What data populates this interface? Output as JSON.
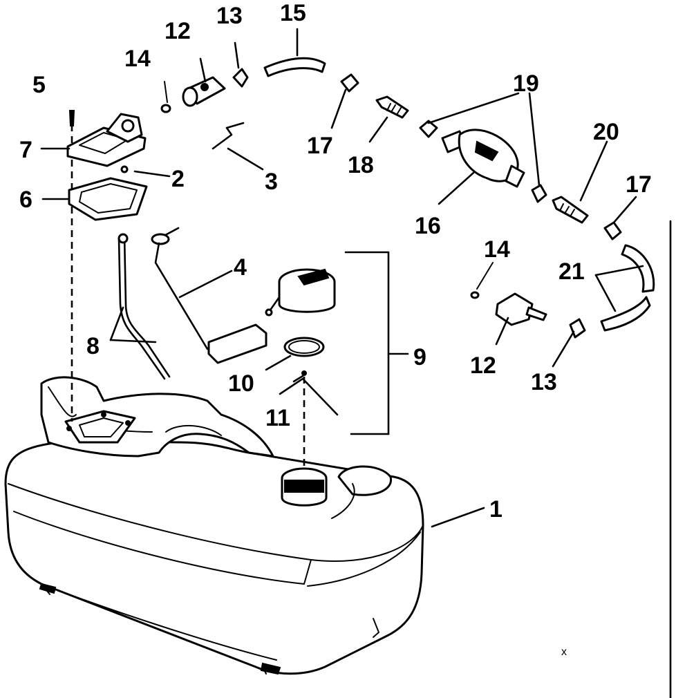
{
  "labels": {
    "l1": "1",
    "l2": "2",
    "l3": "3",
    "l4": "4",
    "l5": "5",
    "l6": "6",
    "l7": "7",
    "l8": "8",
    "l9": "9",
    "l10": "10",
    "l11": "11",
    "l12a": "12",
    "l12b": "12",
    "l13a": "13",
    "l13b": "13",
    "l14a": "14",
    "l14b": "14",
    "l15": "15",
    "l16": "16",
    "l17a": "17",
    "l17b": "17",
    "l18": "18",
    "l19": "19",
    "l20": "20",
    "l21": "21"
  },
  "corner_mark": "x"
}
